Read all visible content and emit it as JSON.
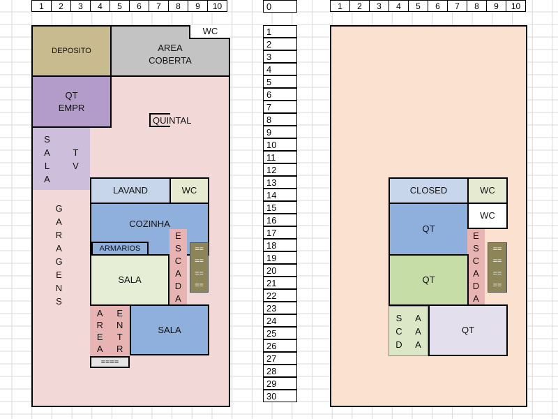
{
  "column_headers": [
    "1",
    "2",
    "3",
    "4",
    "5",
    "6",
    "7",
    "8",
    "9",
    "10"
  ],
  "row_numbers": [
    "0",
    "1",
    "2",
    "3",
    "4",
    "5",
    "6",
    "7",
    "8",
    "9",
    "10",
    "11",
    "12",
    "13",
    "14",
    "15",
    "16",
    "17",
    "18",
    "19",
    "20",
    "21",
    "22",
    "23",
    "24",
    "25",
    "26",
    "27",
    "28",
    "29",
    "30"
  ],
  "ground_floor": {
    "deposito": "DEPOSITO",
    "area_coberta": "AREA\nCOBERTA",
    "wc_top": "WC",
    "qt_empr": "QT\nEMPR",
    "quintal": "QUINTAL",
    "sala_tv_col1": [
      "S",
      "A",
      "L",
      "A"
    ],
    "sala_tv_col2": [
      "T",
      "V"
    ],
    "garagens": [
      "G",
      "A",
      "R",
      "A",
      "G",
      "E",
      "N",
      "S"
    ],
    "lavand": "LAVAND",
    "wc_mid": "WC",
    "cozinha": "COZINHA",
    "armarios": "ARMARIOS",
    "escada": [
      "E",
      "S",
      "C",
      "A",
      "D",
      "A"
    ],
    "stair_marks": [
      "==",
      "==",
      "==",
      "=="
    ],
    "sala1": "SALA",
    "sala2": "SALA",
    "area_col": [
      "A",
      "R",
      "E",
      "A"
    ],
    "entrar_col": [
      "E",
      "N",
      "T",
      "R"
    ],
    "entrance_mark": "===="
  },
  "upper_floor": {
    "closed": "CLOSED",
    "wc1": "WC",
    "wc2": "WC",
    "qt1": "QT",
    "qt2": "QT",
    "qt3": "QT",
    "escada": [
      "E",
      "S",
      "C",
      "A",
      "D",
      "A"
    ],
    "stair_marks": [
      "==",
      "==",
      "==",
      "=="
    ],
    "sacada_col1": [
      "S",
      "C",
      "D"
    ],
    "sacada_col2": [
      "A",
      "A",
      "A"
    ]
  },
  "colors": {
    "deposito": "#c8bb8f",
    "area_coberta": "#c3c3c3",
    "qt_empr": "#b39cc9",
    "quintal": "#f2d9d7",
    "sala_tv": "#cdbfdc",
    "lavand": "#c7d6ea",
    "wc": "#e5ead0",
    "cozinha": "#8fb0dd",
    "escada": "#e8b4b3",
    "sala1": "#e6eed6",
    "sala2": "#8fb0dd",
    "upper_frame": "#fbe1cf",
    "qt_blue": "#8fb0dd",
    "qt_green": "#c6dda7",
    "qt_lilac": "#e3dfed",
    "sacada": "#dbe7c6"
  }
}
